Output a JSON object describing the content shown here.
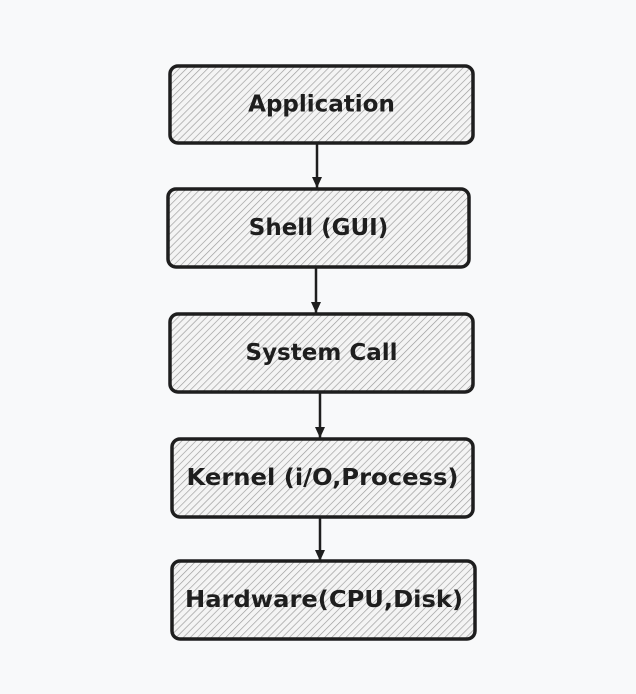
{
  "diagram": {
    "nodes": [
      {
        "id": "application",
        "label": "Application"
      },
      {
        "id": "shell",
        "label": "Shell (GUI)"
      },
      {
        "id": "system-call",
        "label": "System Call"
      },
      {
        "id": "kernel",
        "label": "Kernel (i/O,Process)"
      },
      {
        "id": "hardware",
        "label": "Hardware(CPU,Disk)"
      }
    ],
    "edges": [
      {
        "from": "application",
        "to": "shell"
      },
      {
        "from": "shell",
        "to": "system-call"
      },
      {
        "from": "system-call",
        "to": "kernel"
      },
      {
        "from": "kernel",
        "to": "hardware"
      }
    ],
    "colors": {
      "background": "#f8f9fa",
      "stroke": "#1e1e1e",
      "hatch": "#9a9a9a",
      "fill": "#f4f4f4"
    }
  }
}
